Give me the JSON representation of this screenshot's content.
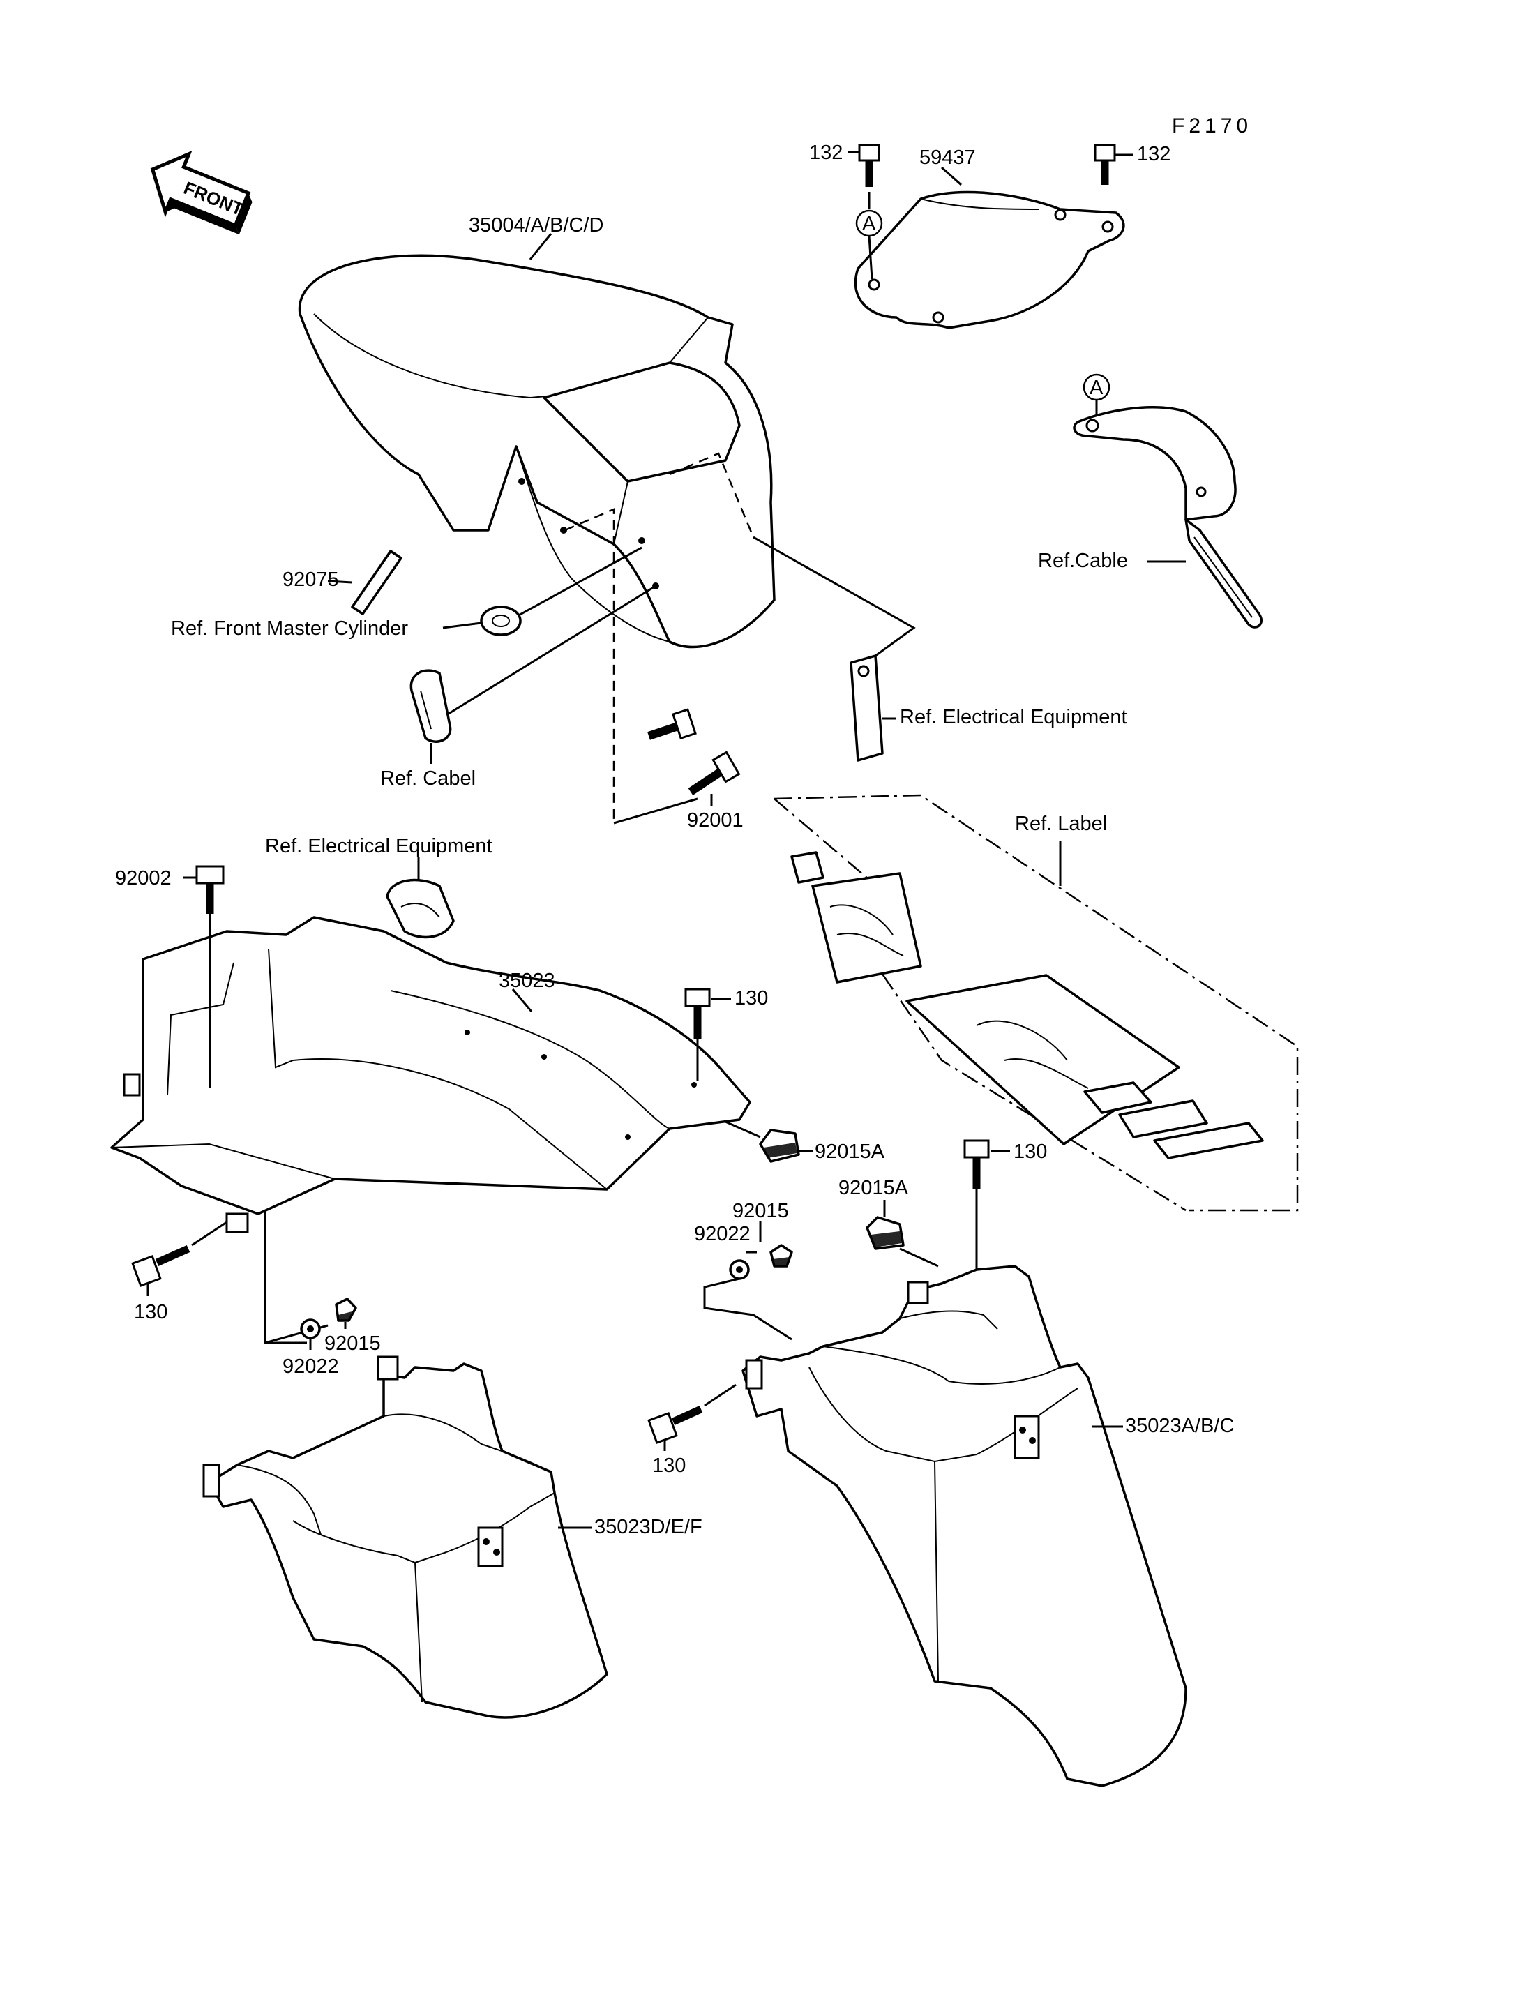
{
  "diagram": {
    "code": "F2170",
    "front_arrow": "FRONT",
    "labels": {
      "p132_left": "132",
      "p132_right": "132",
      "p59437": "59437",
      "p35004": "35004/A/B/C/D",
      "p92075": "92075",
      "ref_front_master": "Ref. Front Master Cylinder",
      "ref_cable": "Ref.Cable",
      "ref_cabel": "Ref. Cabel",
      "ref_elec_1": "Ref. Electrical Equipment",
      "p92001": "92001",
      "ref_label": "Ref. Label",
      "ref_elec_2": "Ref. Electrical Equipment",
      "p92002": "92002",
      "p35023": "35023",
      "p130_a": "130",
      "p92015A_a": "92015A",
      "p130_b": "130",
      "p92015A_b": "92015A",
      "p92015_a": "92015",
      "p92022_a": "92022",
      "p130_c": "130",
      "p92015_b": "92015",
      "p92022_b": "92022",
      "p35023ABC": "35023A/B/C",
      "p130_d": "130",
      "p35023DEF": "35023D/E/F"
    },
    "circle_marker": "A"
  }
}
